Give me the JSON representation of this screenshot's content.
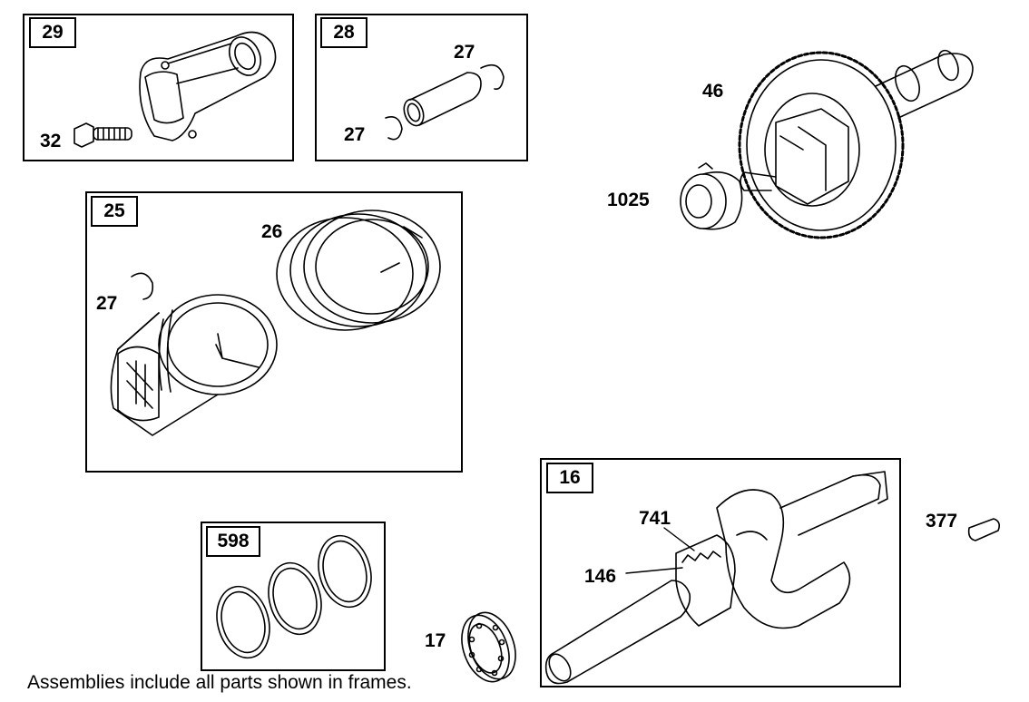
{
  "frames": {
    "connecting_rod": "29",
    "piston_pin": "28",
    "piston_assembly": "25",
    "gasket_set": "598",
    "crankshaft": "16"
  },
  "labels": {
    "rod_bolt": "32",
    "pin_clip_top": "27",
    "pin_clip_bottom": "27",
    "piston_clip": "27",
    "piston_rings": "26",
    "cam_gear": "46",
    "compression_release": "1025",
    "bearing": "17",
    "crank_gear": "741",
    "crank_key": "146",
    "flywheel_key": "377"
  },
  "caption": "Assemblies include all parts shown in frames."
}
